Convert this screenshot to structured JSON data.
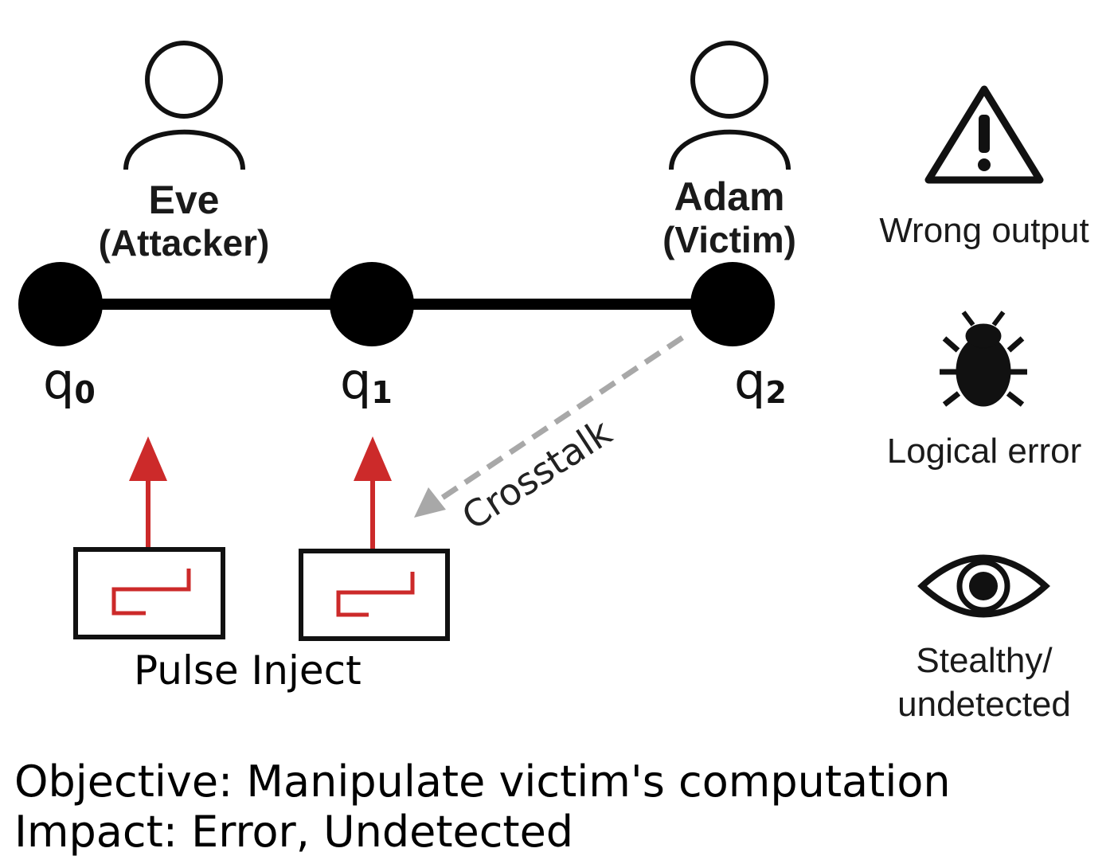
{
  "people": [
    {
      "name": "Eve",
      "role": "(Attacker)"
    },
    {
      "name": "Adam",
      "role": "(Victim)"
    }
  ],
  "qubits": [
    {
      "base": "q",
      "sub": "0"
    },
    {
      "base": "q",
      "sub": "1"
    },
    {
      "base": "q",
      "sub": "2"
    }
  ],
  "crosstalk_label": "Crosstalk",
  "pulse_label": "Pulse Inject",
  "impacts": [
    {
      "icon": "warning-icon",
      "label": "Wrong output"
    },
    {
      "icon": "bug-icon",
      "label": "Logical error"
    },
    {
      "icon": "eye-icon",
      "label_line1": "Stealthy/",
      "label_line2": "undetected"
    }
  ],
  "summary": {
    "objective": "Objective: Manipulate victim's computation",
    "impact": "Impact: Error, Undetected"
  },
  "colors": {
    "node": "#000000",
    "pulse_arrow": "#cc2a2a",
    "crosstalk": "#a8a8a8"
  }
}
